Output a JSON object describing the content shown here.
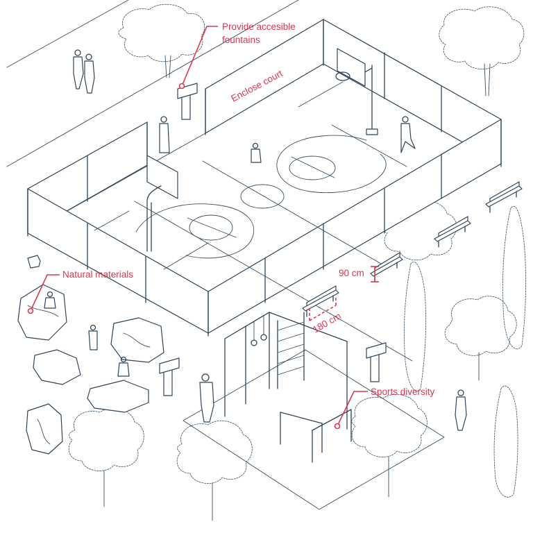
{
  "colors": {
    "ink": "#2f4457",
    "annotation": "#e0344f",
    "background": "#ffffff"
  },
  "annotations": {
    "fountains_line1": "Provide accesible",
    "fountains_line2": "fountains",
    "enclose_court": "Enclose court",
    "natural_materials": "Natural materials",
    "bench_height": "90 cm",
    "bench_spacing": "180 cm",
    "sports_diversity": "Sports diversity"
  }
}
